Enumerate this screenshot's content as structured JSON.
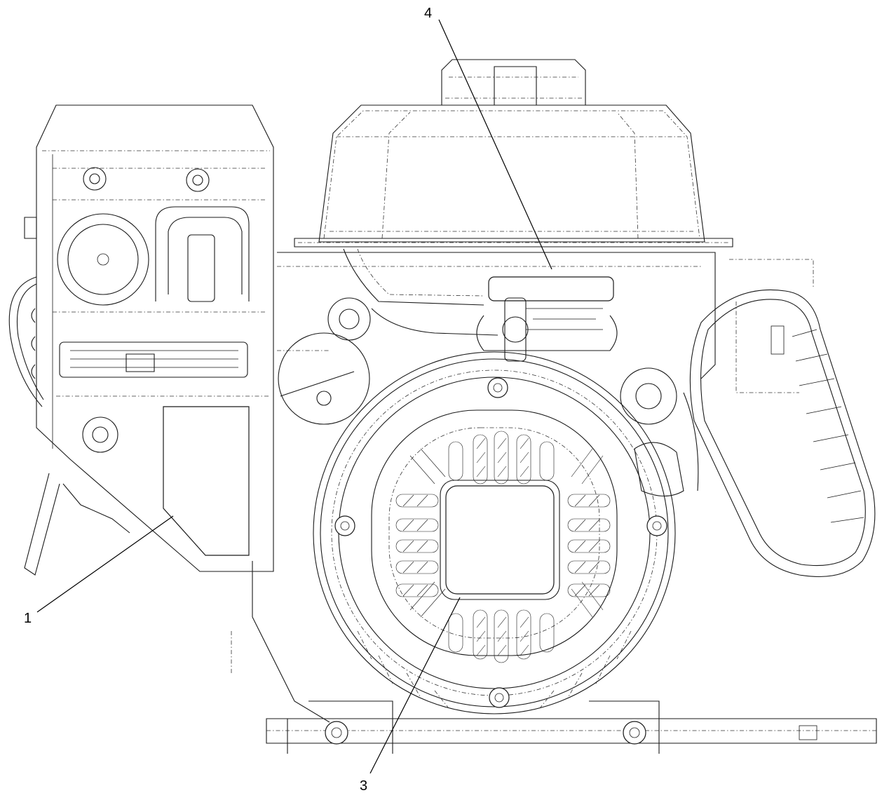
{
  "callouts": [
    {
      "id": "1",
      "label": "1"
    },
    {
      "id": "3",
      "label": "3"
    },
    {
      "id": "4",
      "label": "4"
    }
  ],
  "colors": {
    "line": "#1a1a1a",
    "background": "#ffffff"
  }
}
